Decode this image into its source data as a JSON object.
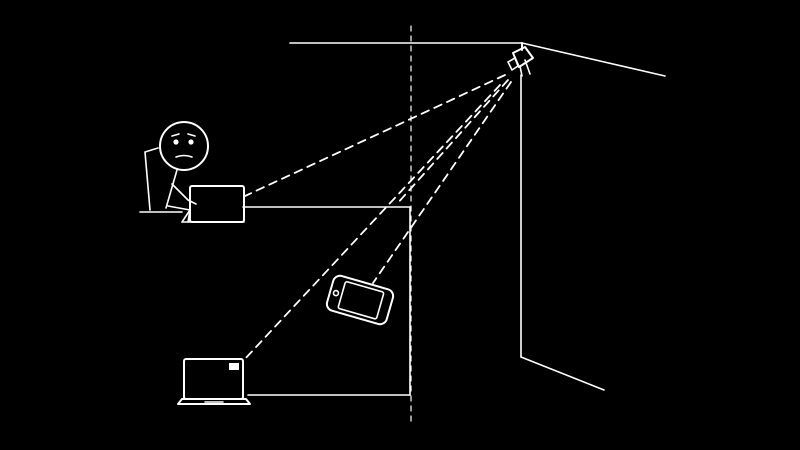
{
  "scene": {
    "background_color": "#000000",
    "line_color": "#ffffff",
    "elements": {
      "room_walls": {
        "icon": "room-corner-lines"
      },
      "partition": {
        "icon": "dashed-partition-line"
      },
      "camera": {
        "icon": "ceiling-camera-icon"
      },
      "person": {
        "icon": "stick-figure-icon",
        "expression": "worried"
      },
      "desk": {
        "icon": "desk-outline"
      },
      "laptop_on_desk": {
        "icon": "laptop-open-icon"
      },
      "phone": {
        "icon": "smartphone-icon"
      },
      "laptop_floor": {
        "icon": "laptop-front-icon"
      },
      "sight_lines": {
        "icon": "dashed-sight-lines",
        "count": 4
      }
    }
  }
}
